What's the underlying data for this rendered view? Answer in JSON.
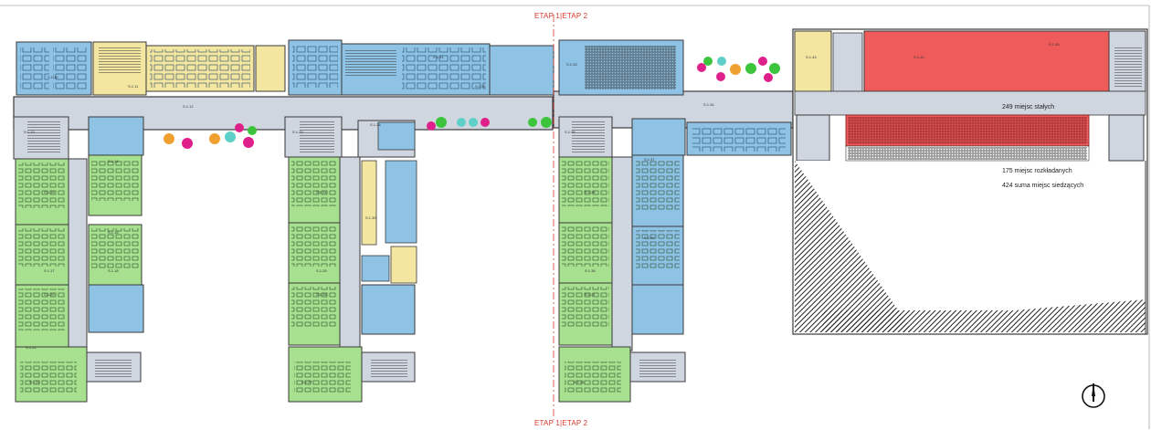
{
  "plan": {
    "stage_labels": {
      "top": "ETAP 1|ETAP 2",
      "bottom": "ETAP 1|ETAP 2"
    },
    "auditorium_notes": {
      "fixed_seats": "249 miejsc stałych",
      "folding_seats": "175 miejsc rozkładanych",
      "total_seats": "424 suma miejsc  siedzących"
    },
    "room_labels": [
      "S.1.10",
      "S.1.11",
      "S.1.12",
      "S.1.13",
      "S.1.14",
      "S.1.15",
      "S.1.16",
      "S.1.17",
      "S.1.18",
      "S.1.20",
      "S.1.21",
      "S.1.22",
      "S.1.23",
      "S.1.24",
      "S.1.25",
      "S.1.26",
      "S.1.27",
      "S.1.28",
      "S.1.30",
      "S.1.31",
      "S.1.32",
      "S.1.33",
      "S.1.34",
      "S.1.35",
      "S.1.36",
      "S.1.37",
      "S.1.38",
      "S.1.40",
      "S.1.41",
      "S.1.42",
      "S.1.43",
      "S.1.44",
      "S.1.45"
    ],
    "colors": {
      "office_blue": "#8ec3e6",
      "classroom_green": "#a7e08f",
      "lab_yellow": "#f3e6a0",
      "auditorium_red": "#ef5b5b",
      "corridor_grey": "#cfd6df",
      "wall": "#3a3a3a",
      "stage_line": "#d8382d"
    },
    "icons": {
      "north_arrow": "north-arrow-icon"
    }
  }
}
